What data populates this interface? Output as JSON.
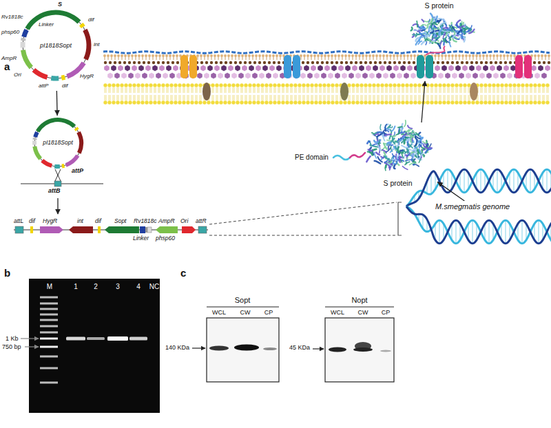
{
  "diagram": {
    "nodes": [
      {
        "text": [
          "pI1818Sopt"
        ]
      },
      {
        "text": [
          "pI1818Sopt"
        ]
      },
      {
        "text": [
          "S protein"
        ]
      },
      {
        "text": [
          "S protein"
        ]
      },
      {
        "text": [
          "M.smegmatis genome"
        ]
      },
      {
        "text": [
          "M",
          "1",
          "2",
          "3",
          "4",
          "NC"
        ]
      }
    ],
    "edges": [
      {
        "from": 0,
        "to": 1,
        "arrow": "to"
      },
      {
        "from": 4,
        "to": 3,
        "arrow": "to"
      }
    ],
    "labels": [
      "a",
      "S",
      "Rv1818c",
      "Linker",
      "phsp60",
      "dif",
      "int",
      "AmpR",
      "Ori",
      "attP",
      "dif",
      "HygR",
      "attP",
      "attB",
      "attL",
      "dif",
      "HygR",
      "int",
      "dif",
      "Sopt",
      "Rv1818c",
      "AmpR",
      "Ori",
      "attR",
      "Linker",
      "phsp60",
      "PE domain",
      "b",
      "1 Kb",
      "750 bp",
      "c",
      "Sopt",
      "WCL",
      "CW",
      "CP",
      "140 KDa",
      "Nopt",
      "WCL",
      "CW",
      "CP",
      "45 KDa"
    ]
  }
}
